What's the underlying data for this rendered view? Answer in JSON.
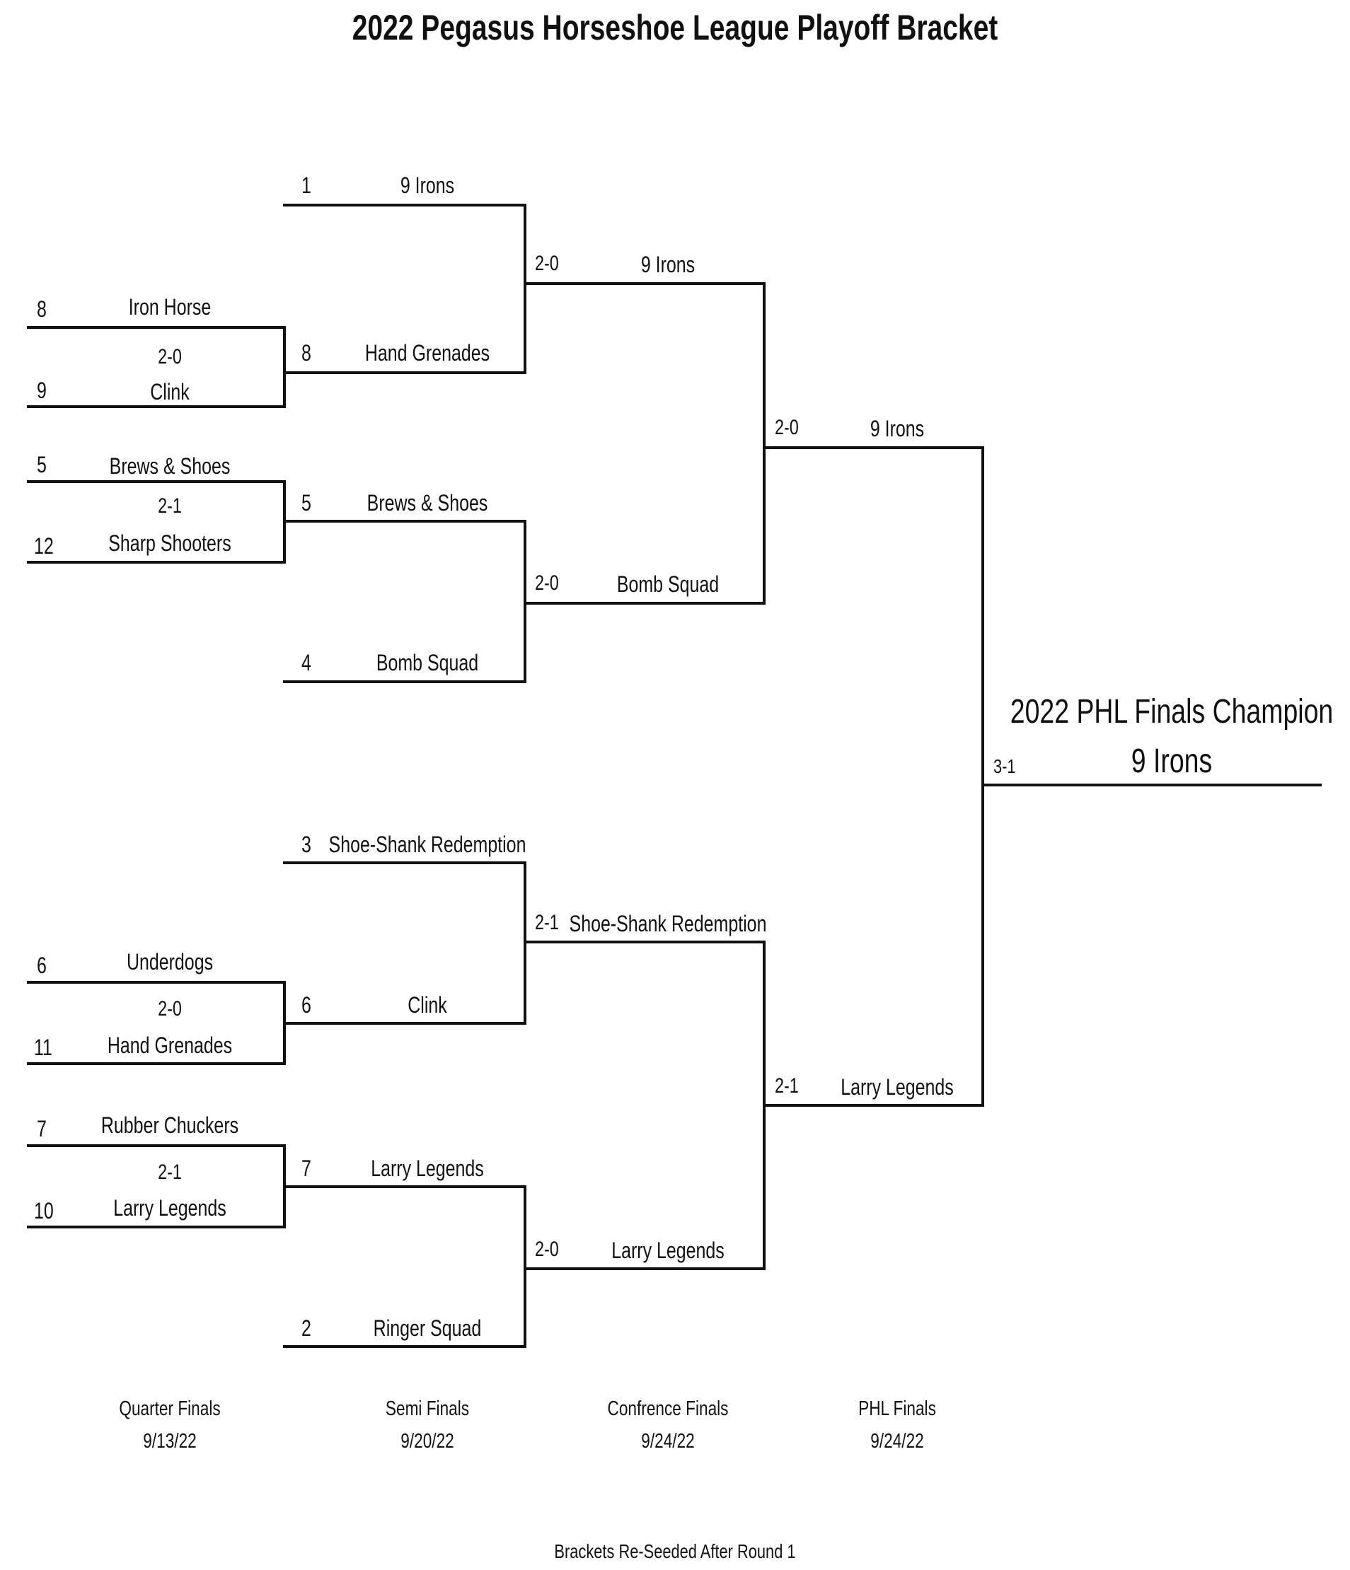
{
  "title": "2022 Pegasus Horseshoe League Playoff Bracket",
  "quarter_finals": [
    {
      "top_seed": "8",
      "top_team": "Iron Horse",
      "score": "2-0",
      "bottom_seed": "9",
      "bottom_team": "Clink"
    },
    {
      "top_seed": "5",
      "top_team": "Brews & Shoes",
      "score": "2-1",
      "bottom_seed": "12",
      "bottom_team": "Sharp Shooters"
    },
    {
      "top_seed": "6",
      "top_team": "Underdogs",
      "score": "2-0",
      "bottom_seed": "11",
      "bottom_team": "Hand Grenades"
    },
    {
      "top_seed": "7",
      "top_team": "Rubber Chuckers",
      "score": "2-1",
      "bottom_seed": "10",
      "bottom_team": "Larry Legends"
    }
  ],
  "semi_finals": [
    {
      "seed": "1",
      "team": "9 Irons"
    },
    {
      "seed": "8",
      "team": "Hand Grenades"
    },
    {
      "seed": "5",
      "team": "Brews & Shoes"
    },
    {
      "seed": "4",
      "team": "Bomb Squad"
    },
    {
      "seed": "3",
      "team": "Shoe-Shank Redemption"
    },
    {
      "seed": "6",
      "team": "Clink"
    },
    {
      "seed": "7",
      "team": "Larry Legends"
    },
    {
      "seed": "2",
      "team": "Ringer Squad"
    }
  ],
  "conference_finals": [
    {
      "score": "2-0",
      "team": "9 Irons"
    },
    {
      "score": "2-0",
      "team": "Bomb Squad"
    },
    {
      "score": "2-1",
      "team": "Shoe-Shank Redemption"
    },
    {
      "score": "2-0",
      "team": "Larry Legends"
    }
  ],
  "phl_finals": [
    {
      "score": "2-0",
      "team": "9 Irons"
    },
    {
      "score": "2-1",
      "team": "Larry Legends"
    }
  ],
  "champion": {
    "label": "2022 PHL Finals Champion",
    "team": "9 Irons",
    "score": "3-1"
  },
  "rounds": [
    {
      "name": "Quarter Finals",
      "date": "9/13/22"
    },
    {
      "name": "Semi Finals",
      "date": "9/20/22"
    },
    {
      "name": "Confrence Finals",
      "date": "9/24/22"
    },
    {
      "name": "PHL Finals",
      "date": "9/24/22"
    }
  ],
  "footer_note": "Brackets Re-Seeded After Round 1"
}
